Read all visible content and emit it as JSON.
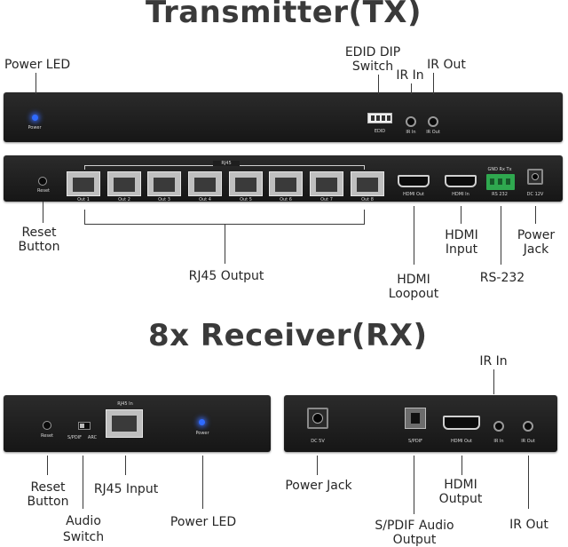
{
  "titles": {
    "tx": "Transmitter(TX)",
    "rx": "8x Receiver(RX)"
  },
  "tx_labels": {
    "power_led": "Power LED",
    "edid_dip_line1": "EDID DIP",
    "edid_dip_line2": "Switch",
    "ir_in": "IR In",
    "ir_out": "IR Out",
    "reset_line1": "Reset",
    "reset_line2": "Button",
    "rj45_output": "RJ45 Output",
    "hdmi_input_line1": "HDMI",
    "hdmi_input_line2": "Input",
    "hdmi_loopout_line1": "HDMI",
    "hdmi_loopout_line2": "Loopout",
    "rs232": "RS-232",
    "power_jack_line1": "Power",
    "power_jack_line2": "Jack"
  },
  "tx_panel_text": {
    "power": "Power",
    "edid": "EDID",
    "ir_in": "IR In",
    "ir_out": "IR Out",
    "reset": "Reset",
    "rj45": "RJ45",
    "outs": [
      "Out 1",
      "Out 2",
      "Out 3",
      "Out 4",
      "Out 5",
      "Out 6",
      "Out 7",
      "Out 8"
    ],
    "hdmi_out": "HDMI Out",
    "hdmi_in": "HDMI In",
    "rs232_pins": "GND Rx  Tx",
    "rs232": "RS 232",
    "dc": "DC 12V"
  },
  "rx_labels": {
    "ir_in": "IR In",
    "reset_line1": "Reset",
    "reset_line2": "Button",
    "rj45_input": "RJ45 Input",
    "audio_line1": "Audio",
    "audio_line2": "Switch",
    "power_led": "Power LED",
    "power_jack": "Power Jack",
    "hdmi_output_line1": "HDMI",
    "hdmi_output_line2": "Output",
    "spdif_line1": "S/PDIF Audio",
    "spdif_line2": "Output",
    "ir_out": "IR Out"
  },
  "rx_panel_text": {
    "rj45_in": "RJ45 In",
    "reset": "Reset",
    "spdif": "S/PDIF",
    "arc": "ARC",
    "power": "Power",
    "dc": "DC 5V",
    "spdif_back": "S/PDIF",
    "hdmi_out": "HDMI Out",
    "ir_in": "IR In",
    "ir_out": "IR Out"
  },
  "colors": {
    "panel": "#1c1c1c",
    "led": "#2f6bff",
    "terminal": "#2fa84f",
    "text": "#2a2a2a"
  }
}
